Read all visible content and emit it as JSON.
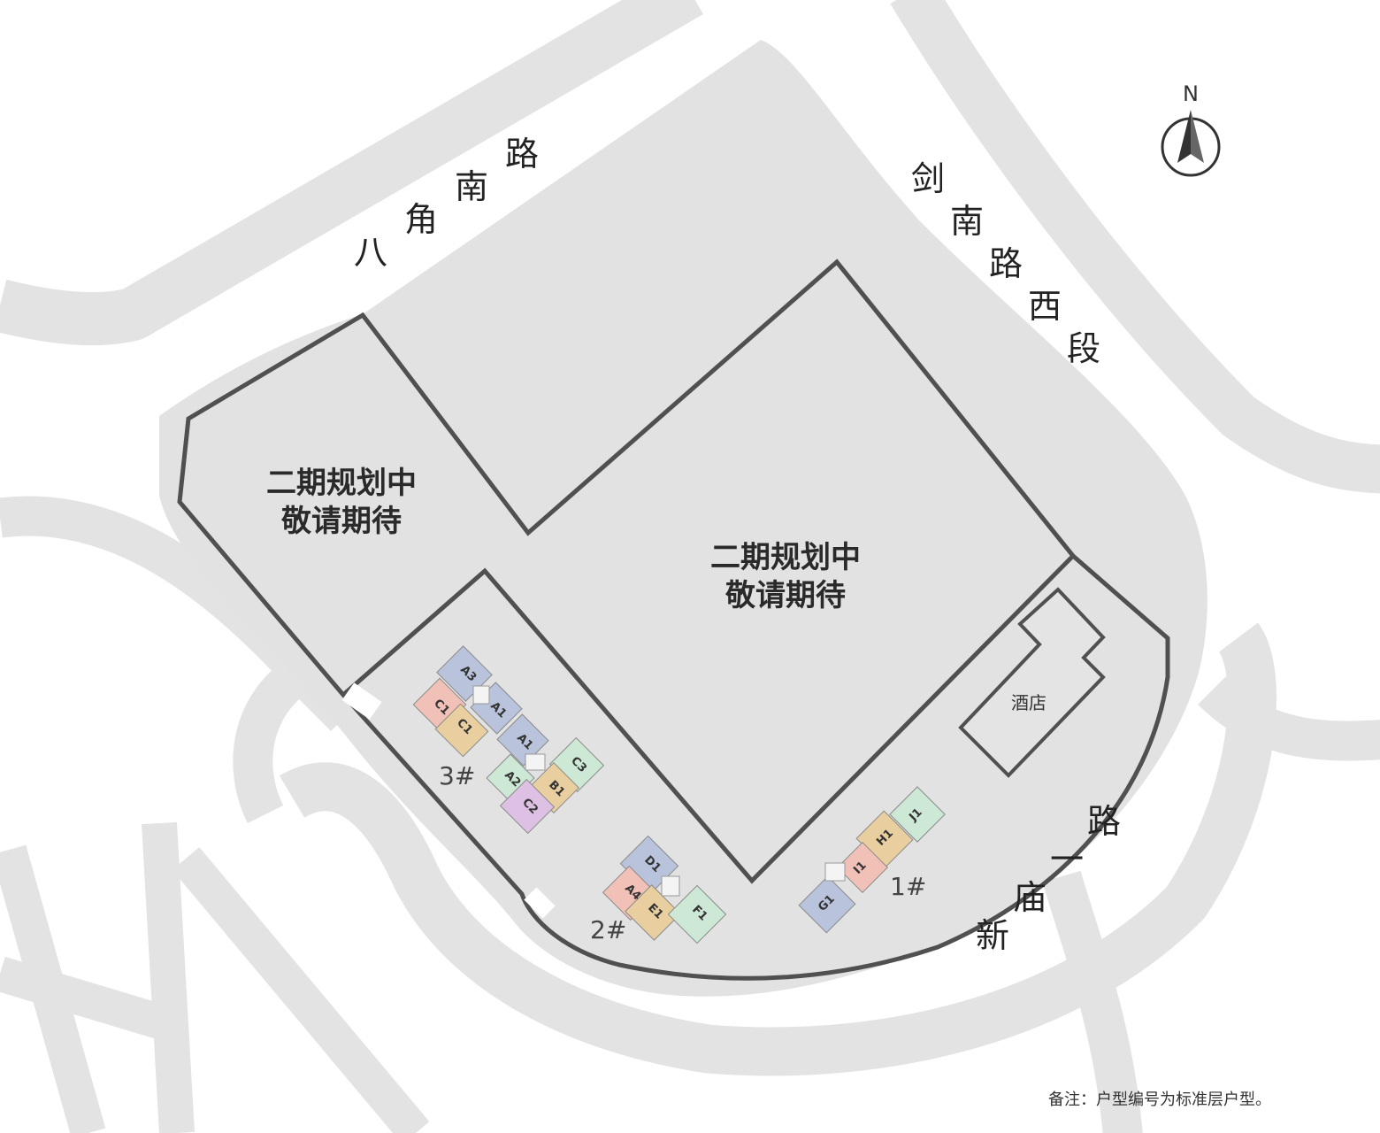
{
  "roads": {
    "north": "八角南路",
    "east": "剑南路西段",
    "south": "新庙一路"
  },
  "compass": {
    "label": "N",
    "icon": "north-arrow-icon"
  },
  "zones": [
    {
      "line1": "二期规划中",
      "line2": "敬请期待"
    },
    {
      "line1": "二期规划中",
      "line2": "敬请期待"
    }
  ],
  "hotel": {
    "label": "酒店"
  },
  "buildings": [
    {
      "label": "3#",
      "units": [
        "A3",
        "C1",
        "C1",
        "A1",
        "A1",
        "C3",
        "A2",
        "B1",
        "C2"
      ]
    },
    {
      "label": "2#",
      "units": [
        "D1",
        "A4",
        "E1",
        "F1"
      ]
    },
    {
      "label": "1#",
      "units": [
        "J1",
        "H1",
        "I1",
        "G1"
      ]
    }
  ],
  "colors": {
    "A": "#b9c3dc",
    "B": "#e9cf9f",
    "C_pink": "#f1c0b6",
    "C_green": "#cde8d4",
    "C_purple": "#dec0e4",
    "D": "#b9c3dc",
    "E": "#e9cf9f",
    "F": "#cde8d4",
    "G": "#b9c3dc",
    "H": "#e9cf9f",
    "I": "#f1c0b6",
    "J": "#cde8d4",
    "boundary": "#505050",
    "site": "#e2e2e2",
    "road": "#e3e3e3"
  },
  "note": "备注：户型编号为标准层户型。"
}
